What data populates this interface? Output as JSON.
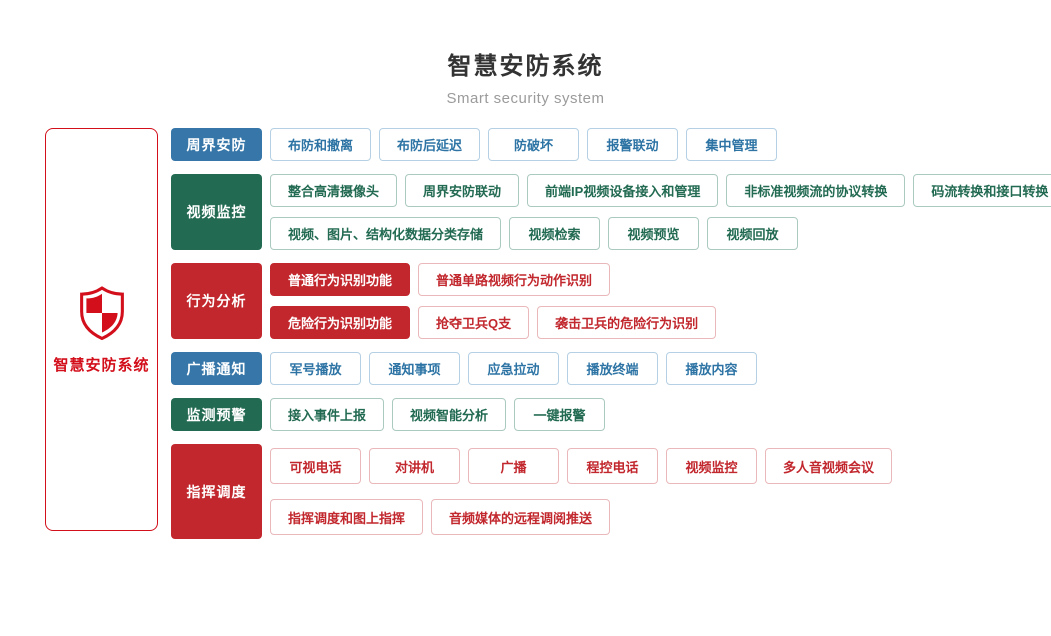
{
  "header": {
    "title": "智慧安防系统",
    "subtitle": "Smart security system"
  },
  "root": {
    "label": "智慧安防系统",
    "icon": "shield-icon"
  },
  "colors": {
    "blue": "#3676a8",
    "green": "#226a52",
    "red": "#c1272d",
    "bright_red": "#d20f1b",
    "title_text": "#333333",
    "subtitle_text": "#9b9b9b",
    "background": "#ffffff"
  },
  "rows": [
    {
      "category": "周界安防",
      "theme": "blue",
      "lines": [
        [
          {
            "label": "布防和撤离"
          },
          {
            "label": "布防后延迟"
          },
          {
            "label": "防破坏"
          },
          {
            "label": "报警联动"
          },
          {
            "label": "集中管理"
          }
        ]
      ]
    },
    {
      "category": "视频监控",
      "theme": "green",
      "lines": [
        [
          {
            "label": "整合高清摄像头"
          },
          {
            "label": "周界安防联动"
          },
          {
            "label": "前端IP视频设备接入和管理"
          },
          {
            "label": "非标准视频流的协议转换"
          },
          {
            "label": "码流转换和接口转换"
          }
        ],
        [
          {
            "label": "视频、图片、结构化数据分类存储"
          },
          {
            "label": "视频检索"
          },
          {
            "label": "视频预览"
          },
          {
            "label": "视频回放"
          }
        ]
      ]
    },
    {
      "category": "行为分析",
      "theme": "red",
      "lines": [
        [
          {
            "label": "普通行为识别功能",
            "style": "solid"
          },
          {
            "label": "普通单路视频行为动作识别"
          }
        ],
        [
          {
            "label": "危险行为识别功能",
            "style": "solid"
          },
          {
            "label": "抢夺卫兵Q支"
          },
          {
            "label": "袭击卫兵的危险行为识别"
          }
        ]
      ]
    },
    {
      "category": "广播通知",
      "theme": "blue",
      "lines": [
        [
          {
            "label": "军号播放"
          },
          {
            "label": "通知事项"
          },
          {
            "label": "应急拉动"
          },
          {
            "label": "播放终端"
          },
          {
            "label": "播放内容"
          }
        ]
      ]
    },
    {
      "category": "监测预警",
      "theme": "green",
      "lines": [
        [
          {
            "label": "接入事件上报"
          },
          {
            "label": "视频智能分析"
          },
          {
            "label": "一键报警"
          }
        ]
      ]
    },
    {
      "category": "指挥调度",
      "theme": "red",
      "lines": [
        [
          {
            "label": "可视电话"
          },
          {
            "label": "对讲机"
          },
          {
            "label": "广播"
          },
          {
            "label": "程控电话"
          },
          {
            "label": "视频监控"
          },
          {
            "label": "多人音视频会议"
          }
        ],
        [
          {
            "label": "指挥调度和图上指挥"
          },
          {
            "label": "音频媒体的远程调阅推送"
          }
        ]
      ]
    }
  ]
}
